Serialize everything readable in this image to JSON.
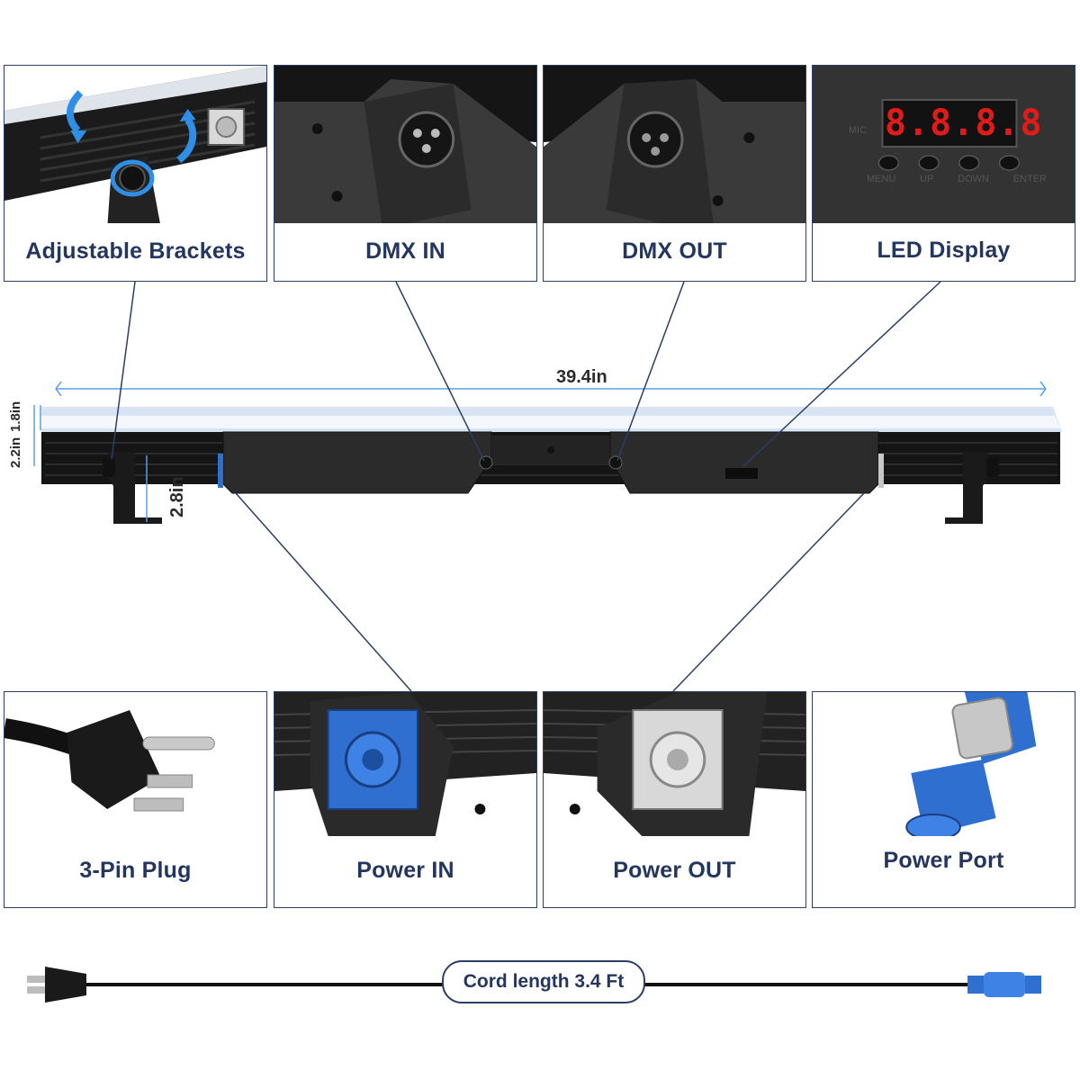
{
  "features": {
    "adjustable_brackets": "Adjustable Brackets",
    "dmx_in": "DMX IN",
    "dmx_out": "DMX OUT",
    "led_display": "LED Display",
    "three_pin_plug": "3-Pin Plug",
    "power_in": "Power IN",
    "power_out": "Power OUT",
    "power_port": "Power Port"
  },
  "dimensions": {
    "length": "39.4in",
    "height_front": "1.8in",
    "height_side": "2.2in",
    "bracket_height": "2.8in"
  },
  "display": {
    "digits": "8.8.8.8",
    "mic_label": "MIC",
    "buttons": [
      "MENU",
      "UP",
      "DOWN",
      "ENTER"
    ]
  },
  "cord": {
    "length_label": "Cord length 3.4 Ft"
  },
  "colors": {
    "frame": "#2c3e63",
    "label": "#24365e",
    "connector_blue": "#2f6fd0",
    "led_red": "#e11a1a",
    "dimension_line": "#5aa0e6"
  }
}
